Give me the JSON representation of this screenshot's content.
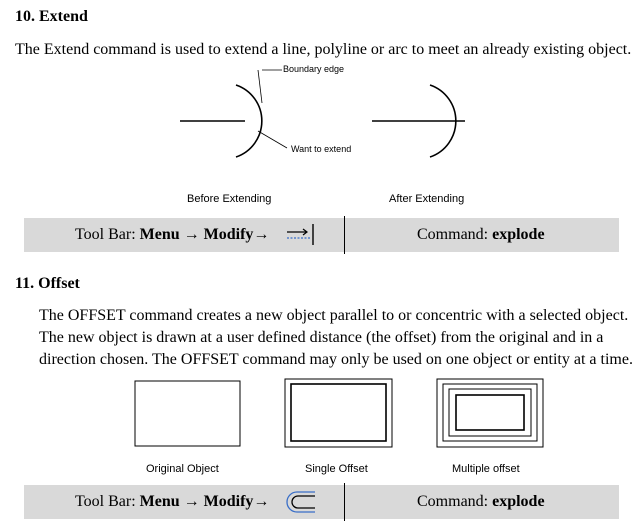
{
  "section10": {
    "heading": "10. Extend",
    "description": "The Extend command is used to extend a line, polyline or arc to meet an already existing object.",
    "labels": {
      "boundary_edge": "Boundary edge",
      "want_to_extend": "Want to extend",
      "before": "Before Extending",
      "after": "After Extending"
    },
    "toolbar": {
      "prefix": "Tool Bar: ",
      "path": "Menu → Modify→",
      "icon": "extend-icon",
      "command_prefix": "Command: ",
      "command": "explode"
    }
  },
  "section11": {
    "heading": "11. Offset",
    "lines": [
      "The OFFSET command creates a new object parallel to or concentric with a selected object.",
      "The new object is drawn at a user defined distance (the offset) from the original and in a",
      "direction chosen. The OFFSET command may only be used on one object or entity at a time."
    ],
    "captions": {
      "original": "Original Object",
      "single": "Single Offset",
      "multiple": "Multiple offset"
    },
    "toolbar": {
      "prefix": "Tool Bar: ",
      "path": "Menu → Modify→",
      "icon": "offset-icon",
      "command_prefix": "Command: ",
      "command": "explode"
    }
  }
}
